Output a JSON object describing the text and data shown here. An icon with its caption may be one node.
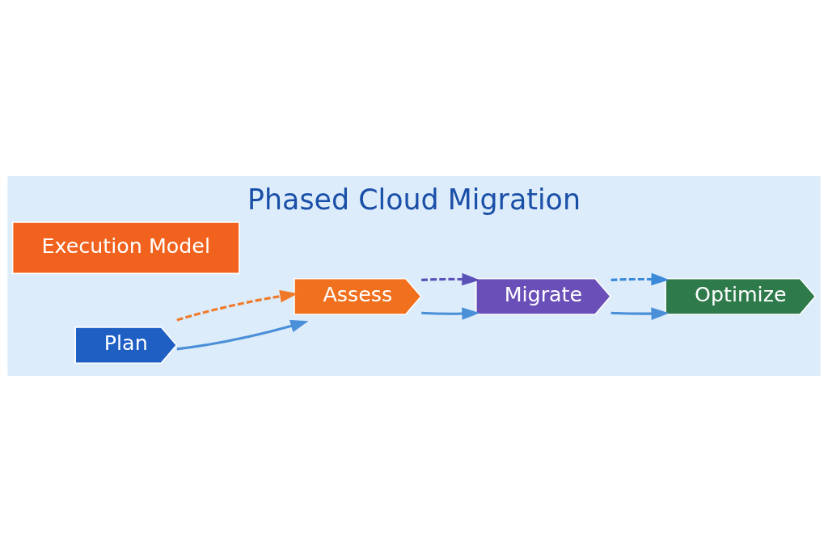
{
  "diagram": {
    "title": "Phased Cloud Migration",
    "nodes": [
      {
        "text": [
          "Plan"
        ]
      },
      {
        "text": [
          "Assess"
        ]
      },
      {
        "text": [
          "Migrate"
        ]
      },
      {
        "text": [
          "Optimize"
        ]
      }
    ],
    "edges": [
      {
        "from": 0,
        "to": 1,
        "arrow": "to"
      },
      {
        "from": 1,
        "to": 2,
        "arrow": "to"
      },
      {
        "from": 2,
        "to": 3,
        "arrow": "to"
      },
      {
        "from": 0,
        "to": 1,
        "arrow": "to",
        "style": "dashed",
        "color": "#f07a2a"
      },
      {
        "from": 1,
        "to": 2,
        "arrow": "to",
        "style": "dashed",
        "color": "#5a52b8"
      },
      {
        "from": 2,
        "to": 3,
        "arrow": "to",
        "style": "dashed",
        "color": "#3a8ad8"
      }
    ],
    "labels": [
      "Execution Model"
    ]
  }
}
